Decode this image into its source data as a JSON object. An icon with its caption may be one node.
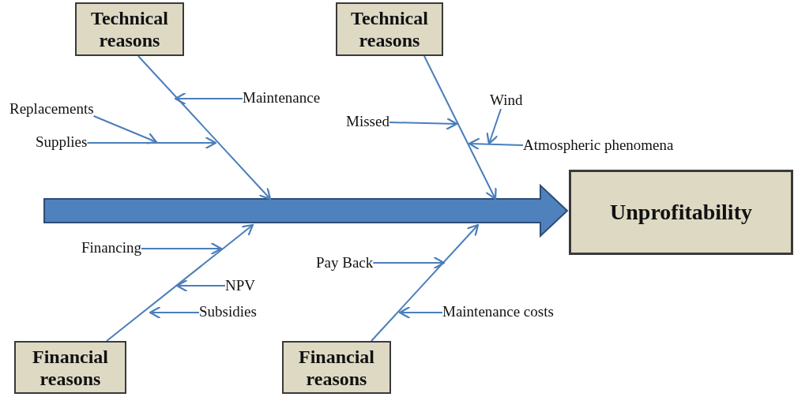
{
  "diagram": {
    "nodes": [
      {
        "text": [
          "Technical reasons"
        ]
      },
      {
        "text": [
          "Technical reasons"
        ]
      },
      {
        "text": [
          "Unprofitability"
        ]
      },
      {
        "text": [
          "Financial reasons"
        ]
      },
      {
        "text": [
          "Financial reasons"
        ]
      },
      {
        "text": [],
        "shape": "arrow"
      },
      {
        "text": [
          "Maintenance"
        ]
      },
      {
        "text": [
          "Replacements"
        ]
      },
      {
        "text": [
          "Supplies"
        ]
      },
      {
        "text": [
          "Missed"
        ]
      },
      {
        "text": [
          "Wind"
        ]
      },
      {
        "text": [
          "Atmospheric phenomena"
        ]
      },
      {
        "text": [
          "Financing"
        ]
      },
      {
        "text": [
          "NPV"
        ]
      },
      {
        "text": [
          "Subsidies"
        ]
      },
      {
        "text": [
          "Pay Back"
        ]
      },
      {
        "text": [
          "Maintenance costs"
        ]
      }
    ],
    "edges": [
      {
        "from": 0,
        "to": 5,
        "arrow": "to"
      },
      {
        "from": 1,
        "to": 5,
        "arrow": "to"
      },
      {
        "from": 3,
        "to": 5,
        "arrow": "to"
      },
      {
        "from": 4,
        "to": 5,
        "arrow": "to"
      },
      {
        "from": 6,
        "to": null,
        "arrow": "to"
      },
      {
        "from": 7,
        "to": null,
        "arrow": "to"
      },
      {
        "from": 8,
        "to": null,
        "arrow": "to"
      },
      {
        "from": 9,
        "to": null,
        "arrow": "to"
      },
      {
        "from": 10,
        "to": null,
        "arrow": "to"
      },
      {
        "from": 11,
        "to": null,
        "arrow": "to"
      },
      {
        "from": 12,
        "to": null,
        "arrow": "to"
      },
      {
        "from": 13,
        "to": null,
        "arrow": "to"
      },
      {
        "from": 14,
        "to": null,
        "arrow": "to"
      },
      {
        "from": 15,
        "to": null,
        "arrow": "to"
      },
      {
        "from": 16,
        "to": null,
        "arrow": "to"
      }
    ]
  }
}
